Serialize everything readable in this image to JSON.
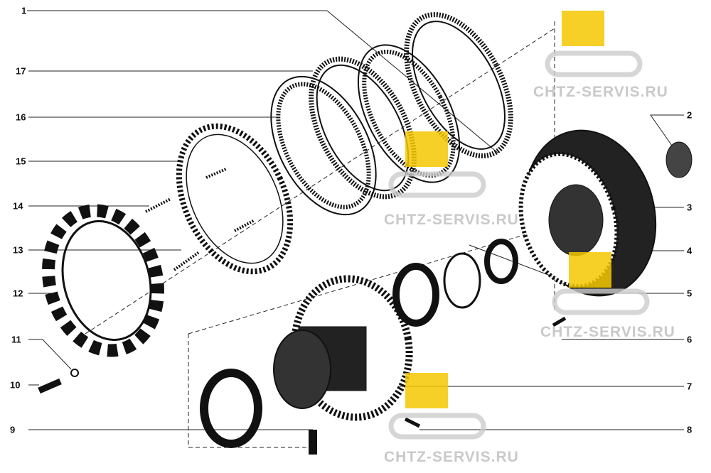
{
  "diagram": {
    "callouts_left": [
      "1",
      "17",
      "16",
      "15",
      "14",
      "13",
      "12",
      "11",
      "10",
      "9"
    ],
    "callouts_right": [
      "2",
      "3",
      "4",
      "5",
      "6",
      "7",
      "8"
    ]
  },
  "watermark": {
    "text": "CHTZ-SERVIS.RU",
    "color": "#f5c800"
  }
}
